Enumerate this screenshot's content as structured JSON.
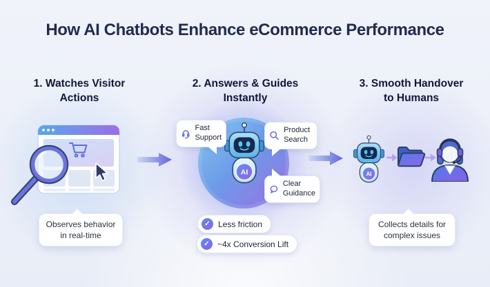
{
  "title": "How AI Chatbots Enhance eCommerce Performance",
  "steps": [
    {
      "heading_line1": "1. Watches Visitor",
      "heading_line2": "Actions",
      "callout_line1": "Observes behavior",
      "callout_line2": "in real-time"
    },
    {
      "heading_line1": "2. Answers & Guides",
      "heading_line2": "Instantly",
      "robot_badge": "AI",
      "bubbles": [
        {
          "icon": "headset-icon",
          "label": "Fast Support"
        },
        {
          "icon": "search-icon",
          "label": "Product Search"
        },
        {
          "icon": "chat-bubble-icon",
          "label": "Clear Guidance"
        }
      ],
      "benefits": [
        {
          "icon": "check-icon",
          "label": "Less friction"
        },
        {
          "icon": "check-icon",
          "label": "~4x Conversion Lift"
        }
      ]
    },
    {
      "heading_line1": "3. Smooth Handover",
      "heading_line2": "to Humans",
      "robot_badge": "AI",
      "callout_line1": "Collects details for",
      "callout_line2": "complex issues"
    }
  ],
  "colors": {
    "background": "#eef2f8",
    "title_text": "#232a4e",
    "heading_text": "#10163a",
    "accent_blue": "#58a8ea",
    "accent_purple": "#8a5fe8",
    "arrow_gradient_end": "#5f66de",
    "robot_outline": "#2e4a70",
    "badge_gradient": "#5a8df0 → #8a63e8"
  }
}
